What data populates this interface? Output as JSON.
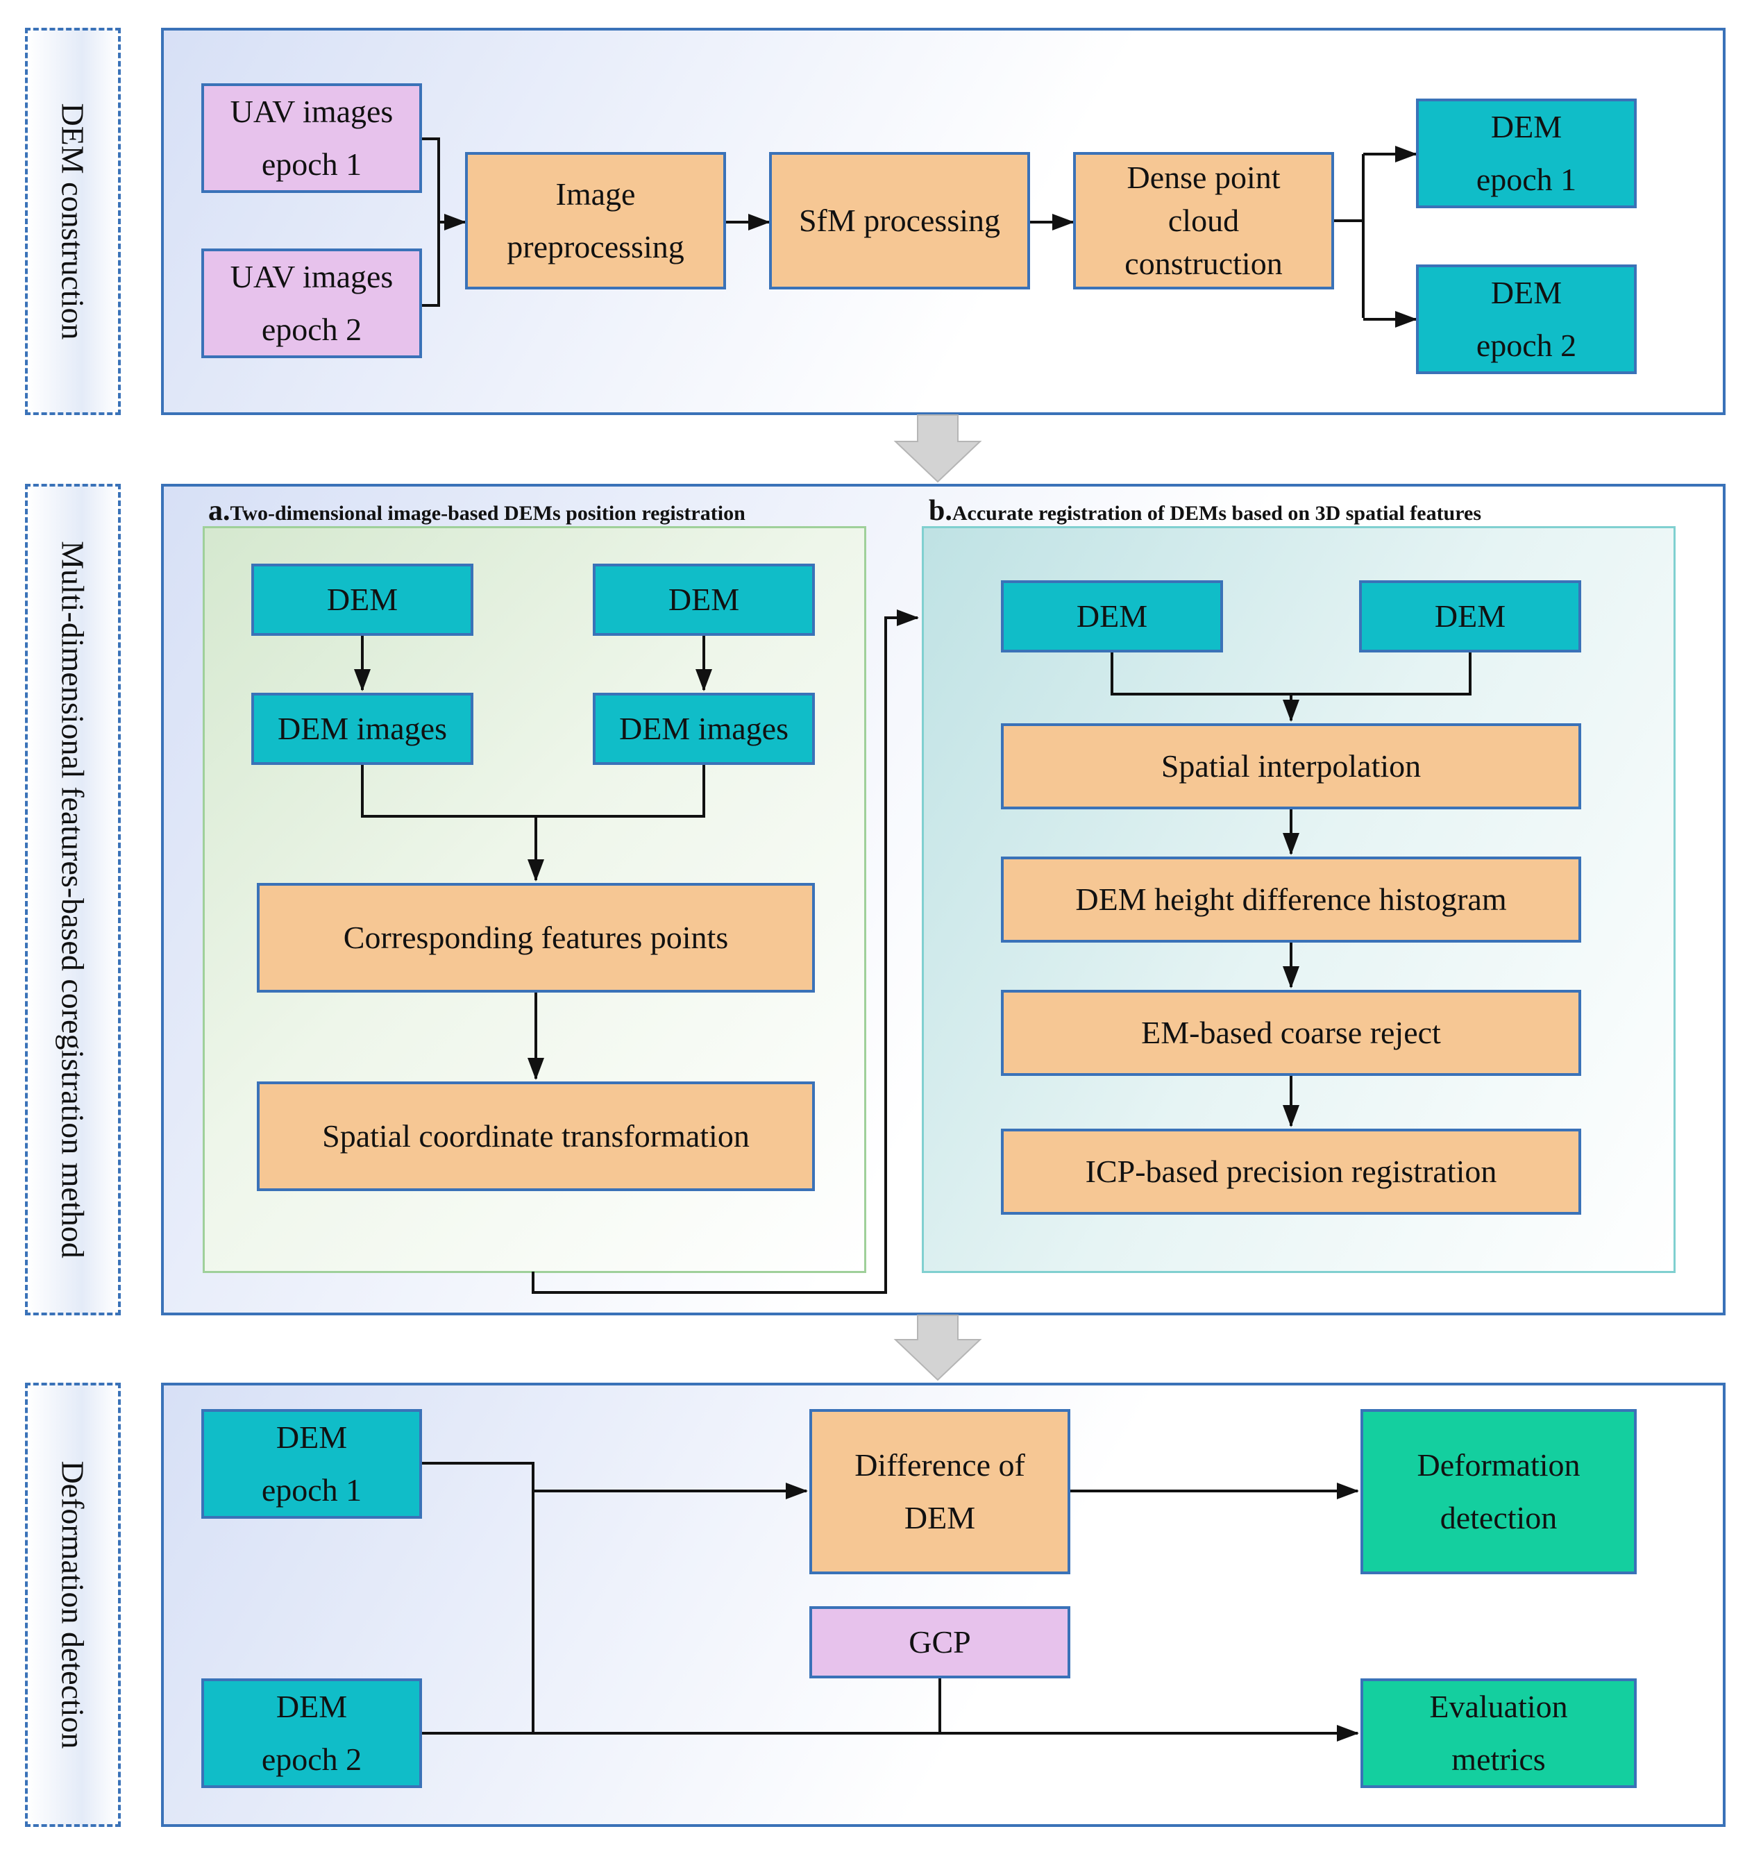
{
  "sections": {
    "construction": "DEM construction",
    "registration": "Multi-dimensional features-based coregistration method",
    "detection": "Deformation detection"
  },
  "construction": {
    "uav1": "UAV images\nepoch 1",
    "uav2": "UAV images\nepoch 2",
    "preprocessing": "Image\npreprocessing",
    "sfm": "SfM processing",
    "dense": "Dense point\ncloud\nconstruction",
    "dem1": "DEM\nepoch 1",
    "dem2": "DEM\nepoch 2"
  },
  "panel_a": {
    "tag": "a.",
    "title": "Two-dimensional image-based DEMs position registration",
    "dem_left": "DEM",
    "dem_right": "DEM",
    "img_left": "DEM images",
    "img_right": "DEM images",
    "features": "Corresponding features points",
    "transform": "Spatial coordinate transformation"
  },
  "panel_b": {
    "tag": "b.",
    "title": "Accurate registration of DEMs based on 3D spatial features",
    "dem_left": "DEM",
    "dem_right": "DEM",
    "interp": "Spatial interpolation",
    "histogram": "DEM height difference histogram",
    "em": "EM-based coarse reject",
    "icp": "ICP-based precision registration"
  },
  "detection": {
    "dem1": "DEM\nepoch 1",
    "dem2": "DEM\nepoch 2",
    "diff": "Difference of\nDEM",
    "gcp": "GCP",
    "deform": "Deformation\ndetection",
    "metrics": "Evaluation\nmetrics"
  },
  "colors": {
    "border": "#3a72b8",
    "pink": "#e7c2ec",
    "orange": "#f6c794",
    "teal": "#10bdc8",
    "green": "#14cf9f",
    "flow_arrow": "#d3d3d3"
  }
}
